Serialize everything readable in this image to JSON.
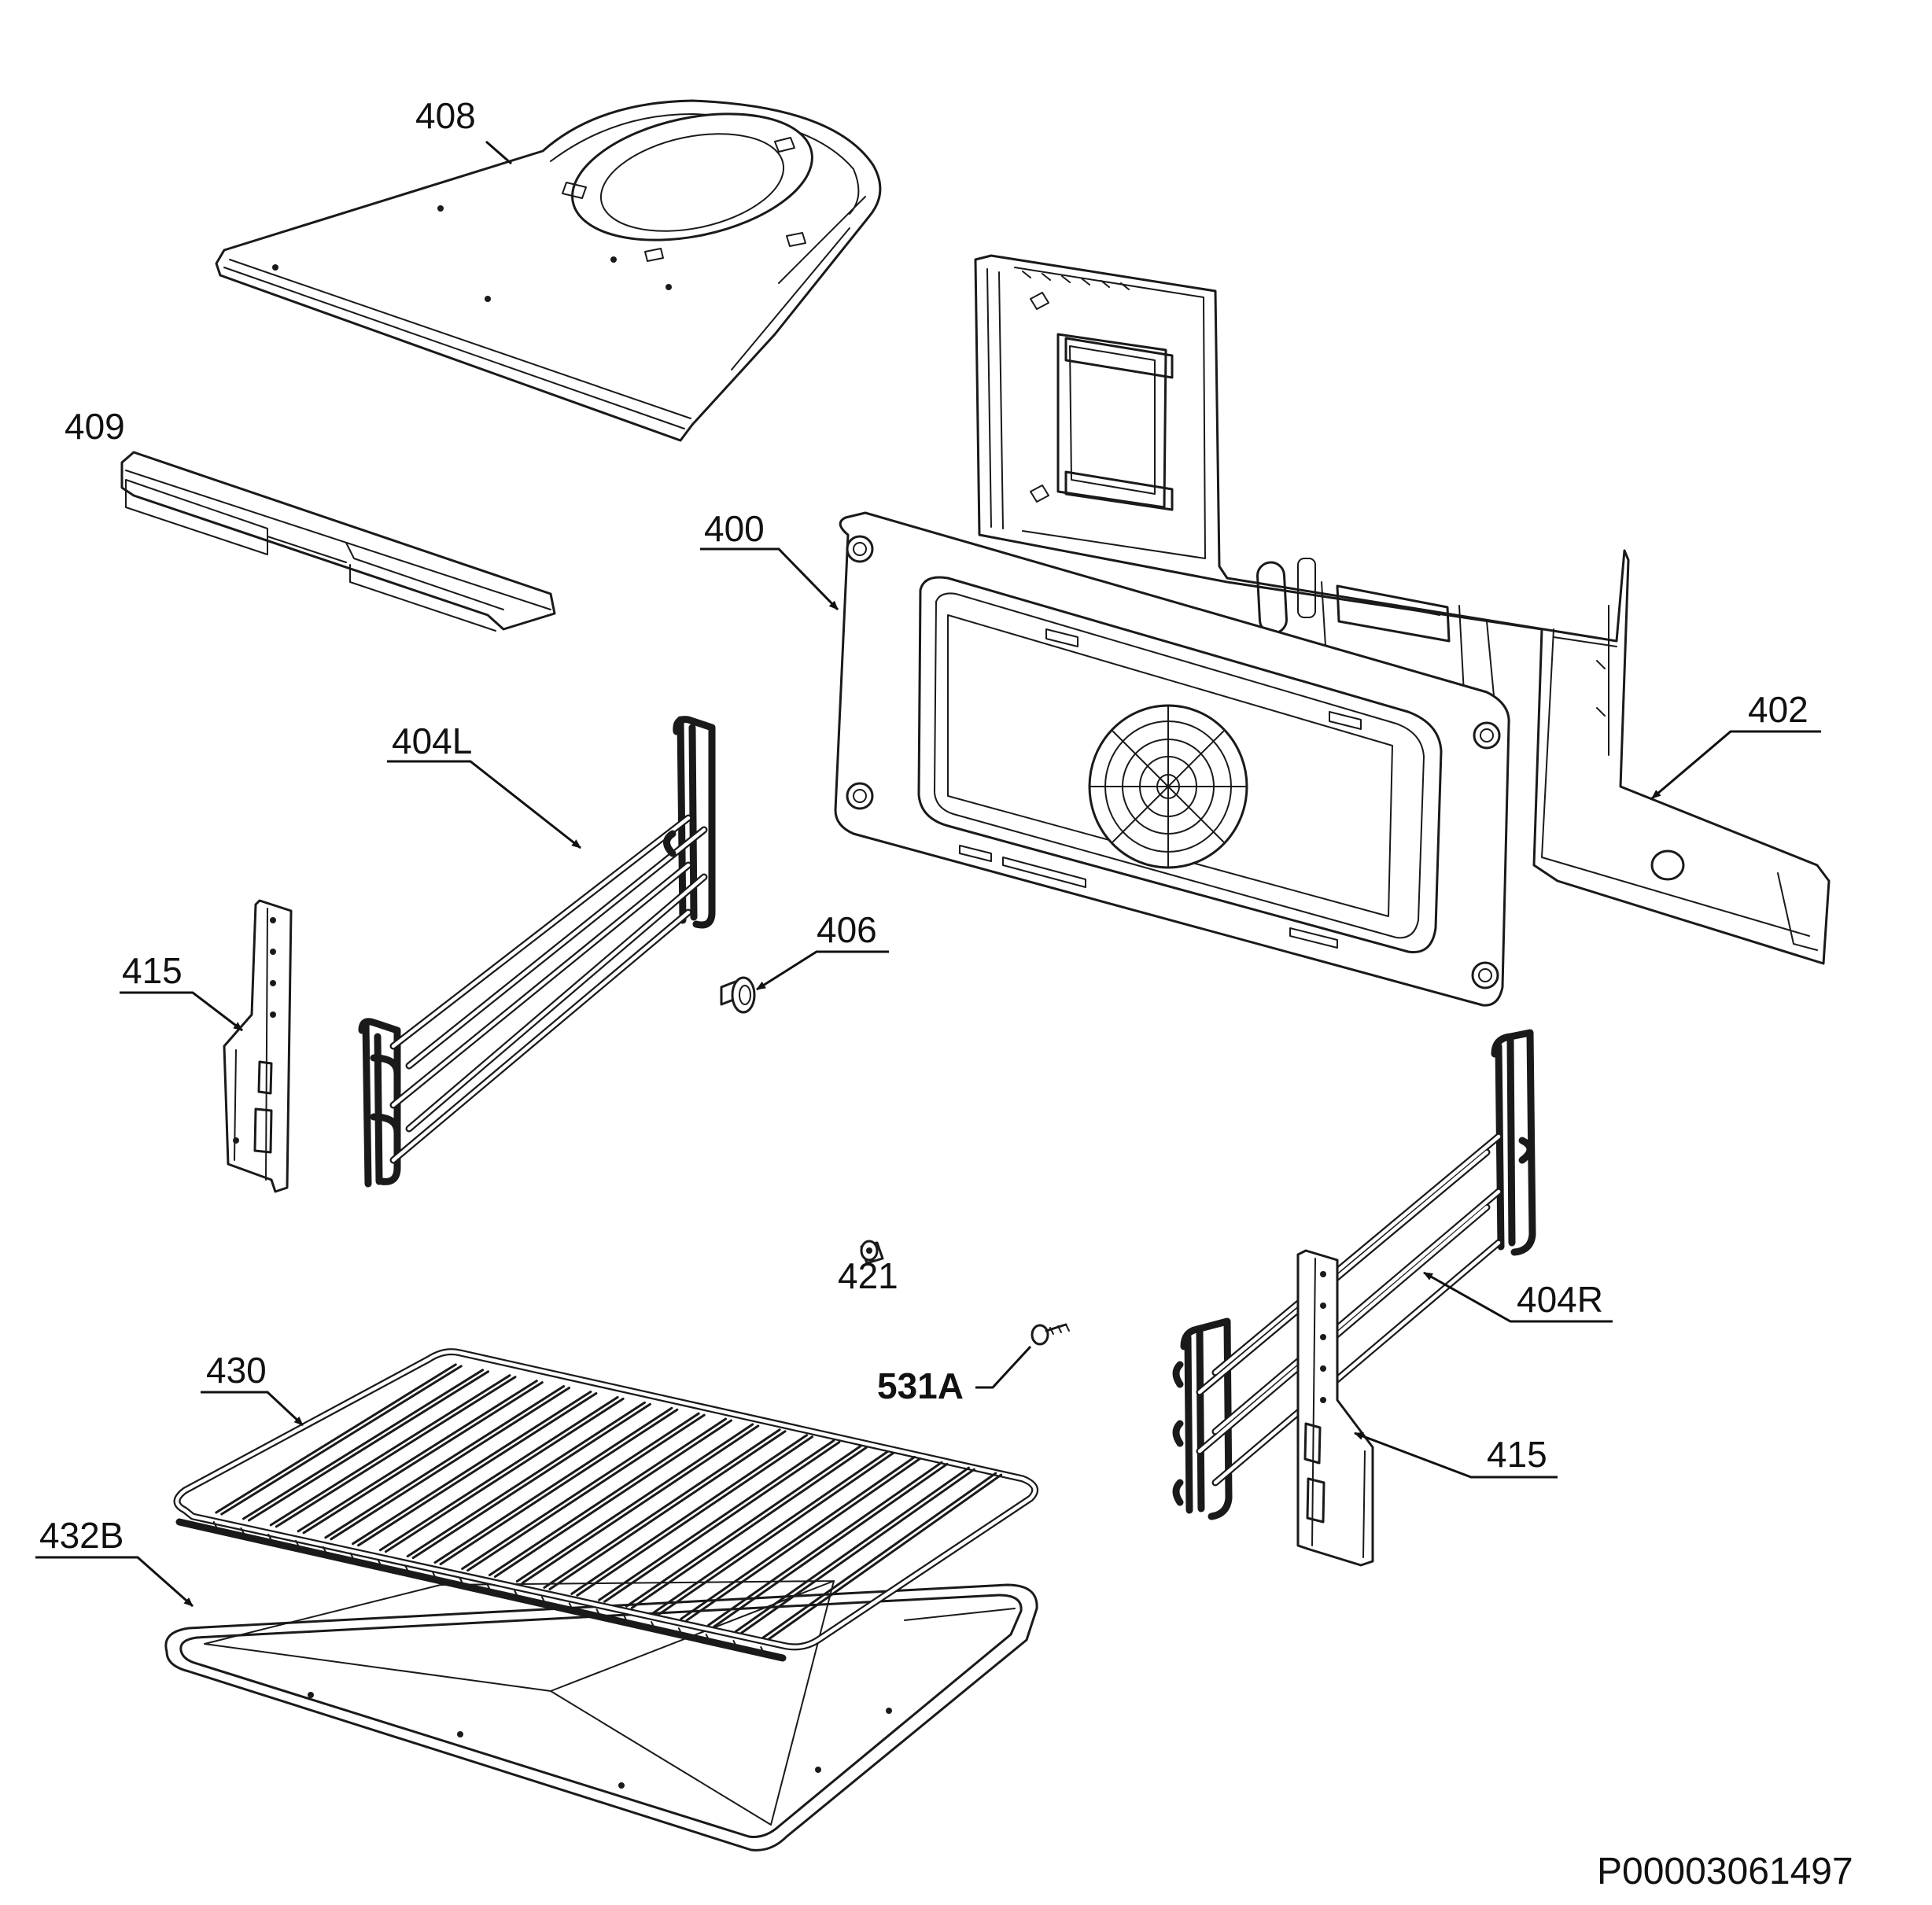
{
  "diagram": {
    "reference_code": "P00003061497",
    "callouts": [
      {
        "id": "408",
        "label": "408",
        "bold": false
      },
      {
        "id": "409",
        "label": "409",
        "bold": false
      },
      {
        "id": "400",
        "label": "400",
        "bold": false
      },
      {
        "id": "402",
        "label": "402",
        "bold": false
      },
      {
        "id": "404L",
        "label": "404L",
        "bold": false
      },
      {
        "id": "406",
        "label": "406",
        "bold": false
      },
      {
        "id": "415a",
        "label": "415",
        "bold": false
      },
      {
        "id": "415b",
        "label": "415",
        "bold": false
      },
      {
        "id": "404R",
        "label": "404R",
        "bold": false
      },
      {
        "id": "421",
        "label": "421",
        "bold": false
      },
      {
        "id": "531A",
        "label": "531A",
        "bold": true
      },
      {
        "id": "430",
        "label": "430",
        "bold": false
      },
      {
        "id": "432B",
        "label": "432B",
        "bold": false
      }
    ]
  }
}
